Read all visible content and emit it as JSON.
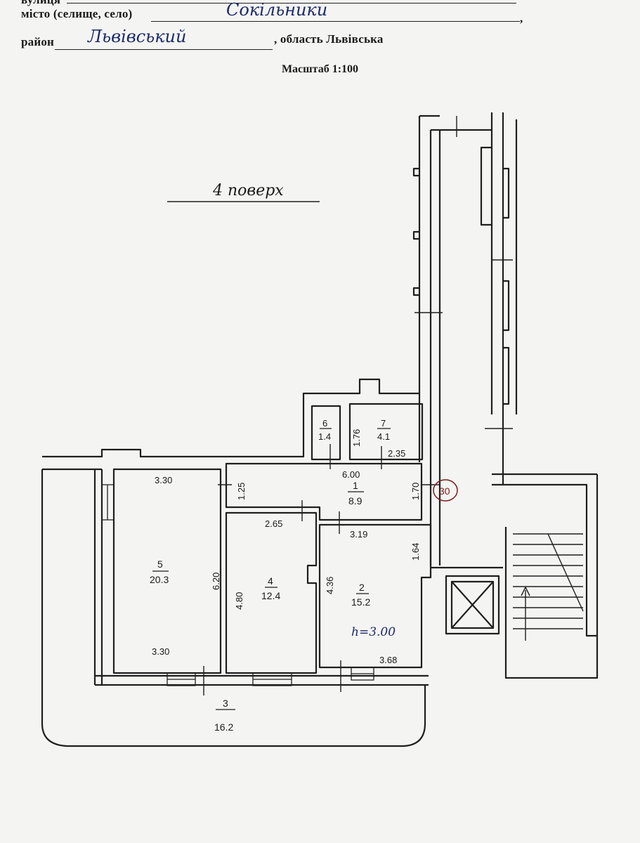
{
  "header": {
    "street_label": "вулиця",
    "city_label": "місто (селище, село)",
    "city_value": "Сокільники",
    "district_label": "район",
    "district_value": "Львівський",
    "region_text": ", область Львівська",
    "scale": "Масштаб 1:100"
  },
  "plan": {
    "floor_label": "4 поверх",
    "apartment_number": "30",
    "ceiling_height": "h=3.00",
    "rooms": [
      {
        "number": "1",
        "area": "8.9"
      },
      {
        "number": "2",
        "area": "15.2"
      },
      {
        "number": "3",
        "area": "16.2"
      },
      {
        "number": "4",
        "area": "12.4"
      },
      {
        "number": "5",
        "area": "20.3"
      },
      {
        "number": "6",
        "area": "1.4"
      },
      {
        "number": "7",
        "area": "4.1"
      }
    ],
    "dimensions": {
      "r5_top": "3.30",
      "r5_bottom": "3.30",
      "r5_side": "6.20",
      "r1_side_left": "1.25",
      "r1_width": "6.00",
      "r1_side_right": "1.70",
      "r4_top": "2.65",
      "r4_side": "4.80",
      "r2_top": "3.19",
      "r2_side_left": "4.36",
      "r2_side_right": "1.64",
      "r2_bottom": "3.68",
      "r7_side": "1.76",
      "r7_bottom": "2.35"
    }
  }
}
